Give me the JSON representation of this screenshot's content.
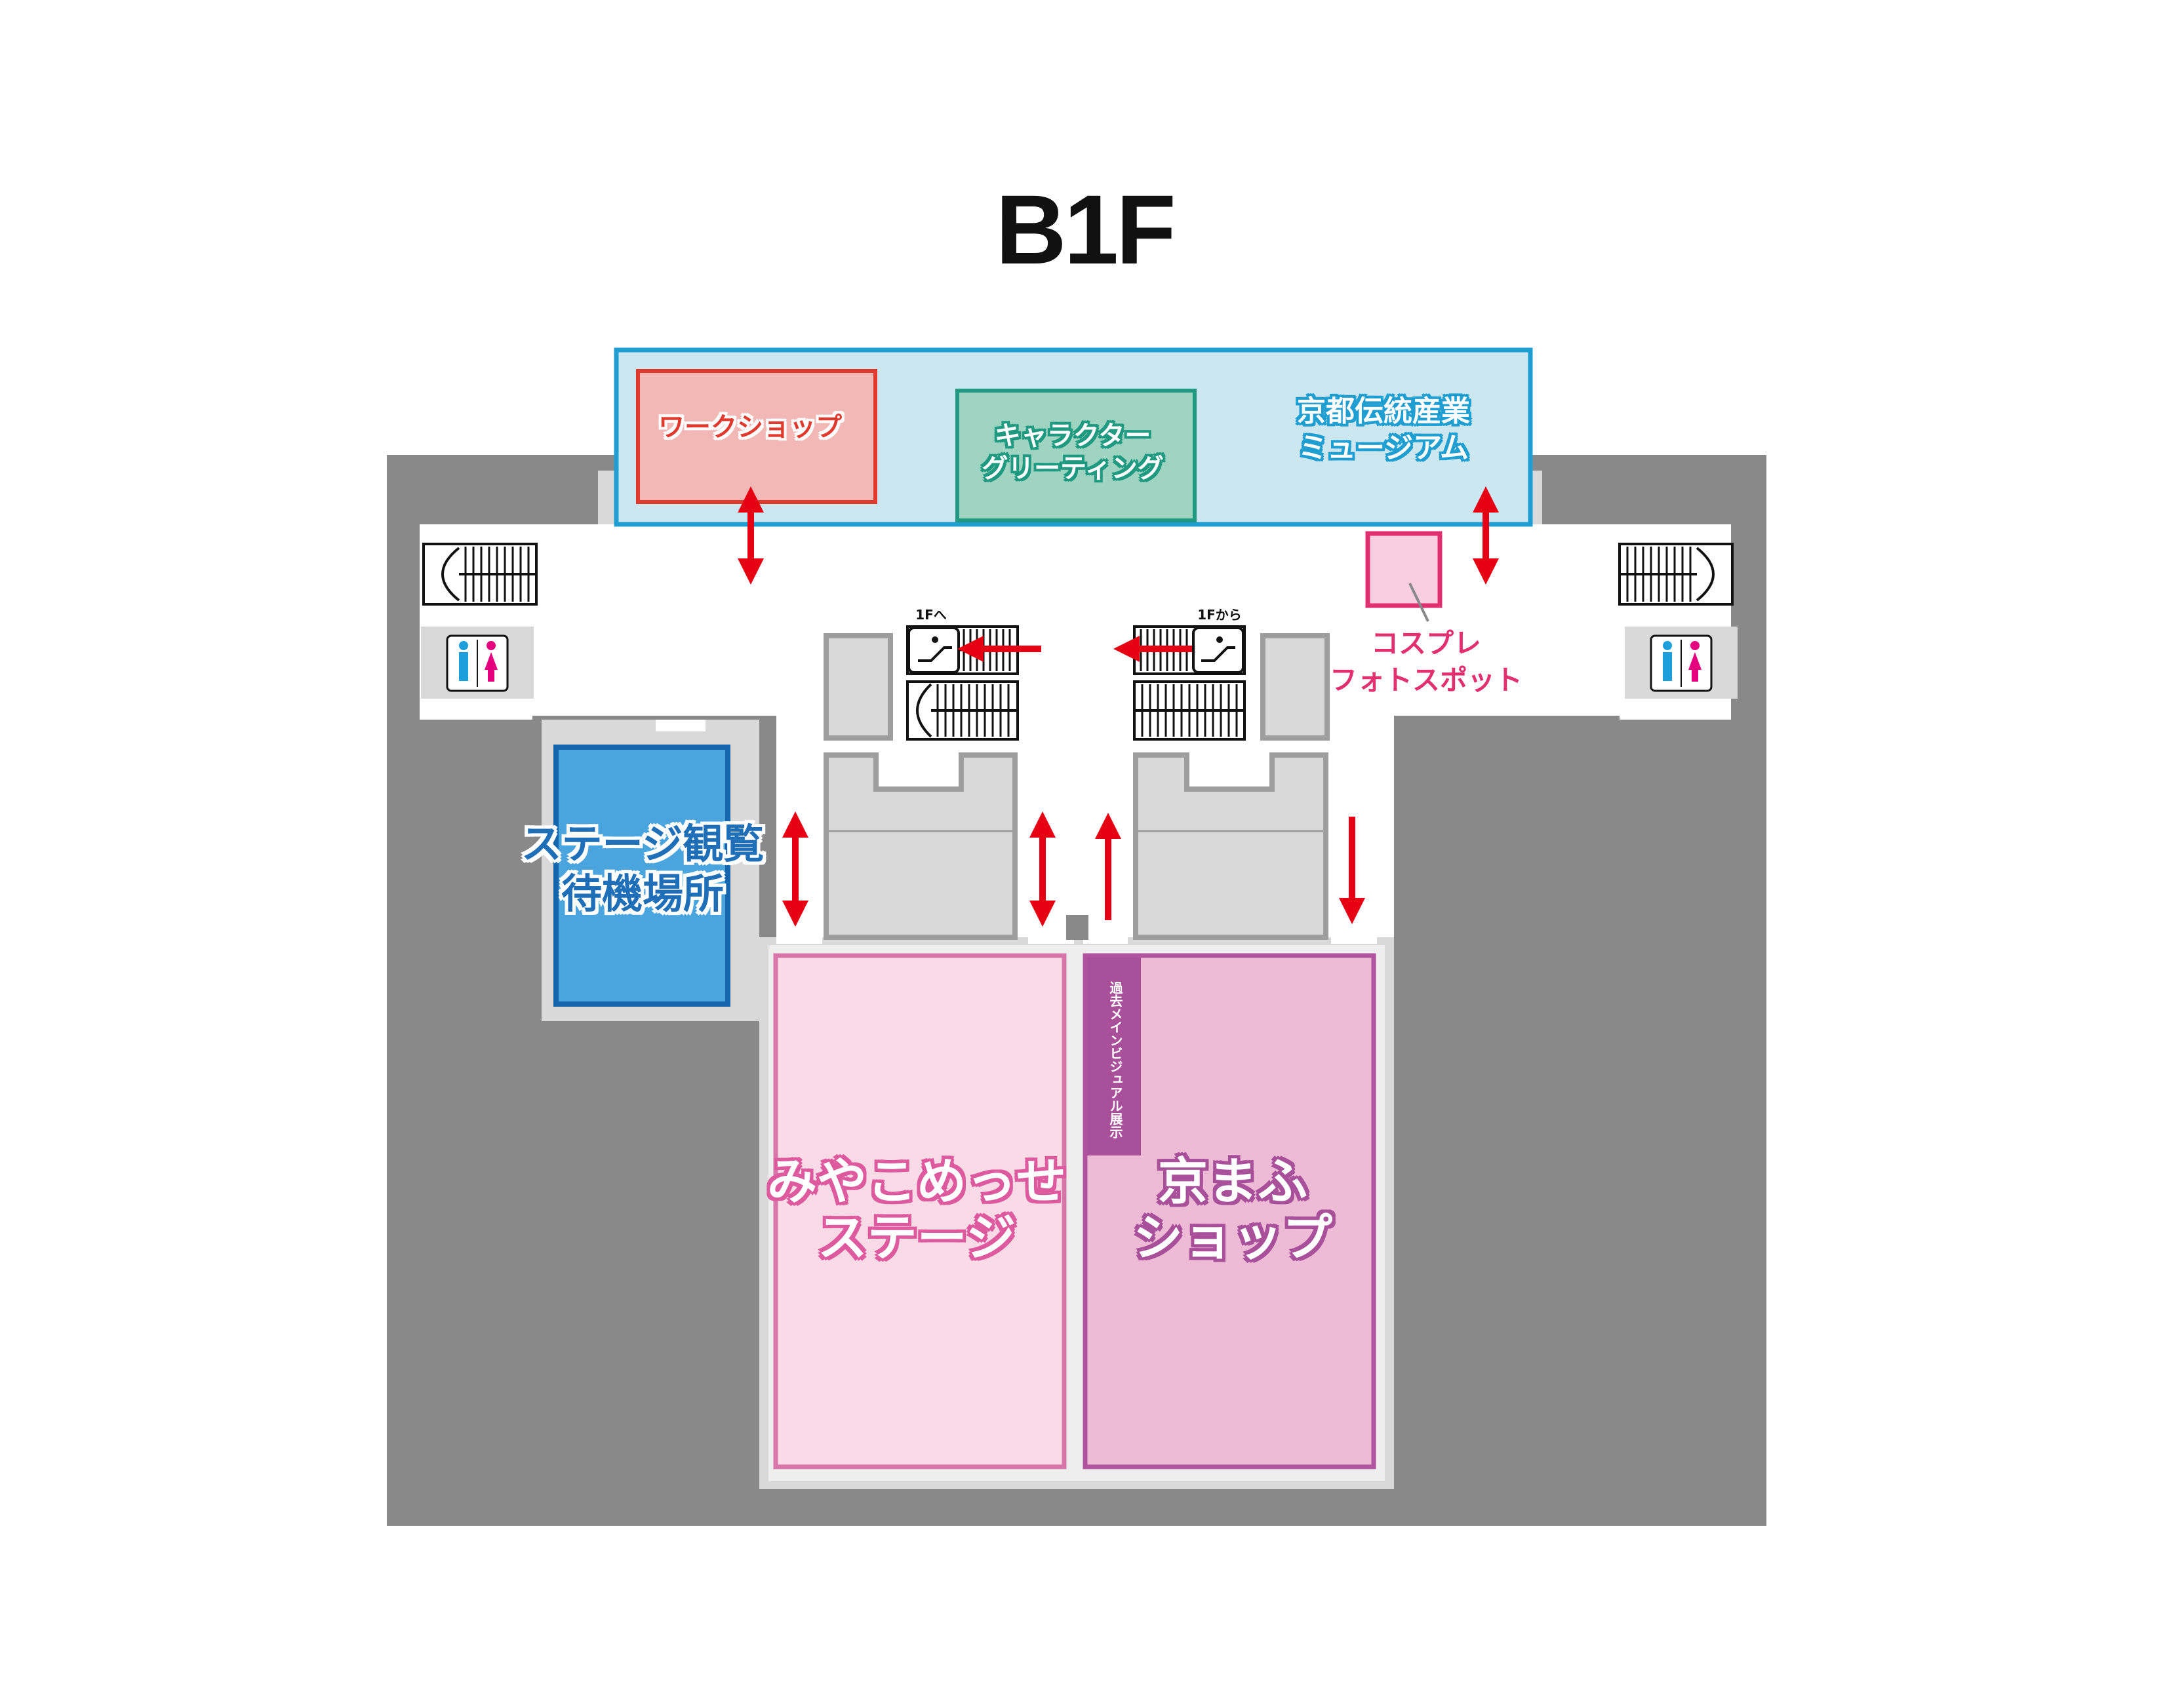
{
  "floor": {
    "title": "B1F"
  },
  "areas": {
    "workshop": "ワークショップ",
    "character_greeting": [
      "キャラクター",
      "グリーティング"
    ],
    "museum": [
      "京都伝統産業",
      "ミュージアム"
    ],
    "cosplay_photo_spot": [
      "コスプレ",
      "フォトスポット"
    ],
    "stage_waiting_area": [
      "ステージ観覧",
      "待機場所"
    ],
    "miyako_messe_stage": [
      "みやこめっせ",
      "ステージ"
    ],
    "kyomafu_shop": [
      "京まふ",
      "ショップ"
    ],
    "past_main_visual": "過去メインビジュアル展示"
  },
  "escalators": {
    "up_label": "1Fへ",
    "from_label": "1Fから"
  },
  "colors": {
    "background": "#ffffff",
    "building": "#898989",
    "corridor": "#ffffff",
    "wall_light": "#d9d9d9",
    "museum_fill": "#cde7f1",
    "museum_border": "#1f9ed1",
    "workshop_fill": "#f2b8b6",
    "workshop_border": "#e03a2e",
    "greeting_fill": "#9fd4c3",
    "greeting_border": "#1f9a80",
    "cosplay_fill": "#f8cfe0",
    "cosplay_border": "#e2306f",
    "waiting_fill": "#4aa4de",
    "waiting_border": "#1666ae",
    "stage_fill": "#f9dbe7",
    "stage_border": "#d876aa",
    "shop_fill": "#eebbd6",
    "shop_border": "#b154a0",
    "arrow": "#e60014",
    "toilet_male": "#1d9fdb",
    "toilet_female": "#e4007f"
  },
  "icons": [
    "escalator-icon",
    "toilet-icon",
    "stairs-icon",
    "arrow-icon"
  ]
}
